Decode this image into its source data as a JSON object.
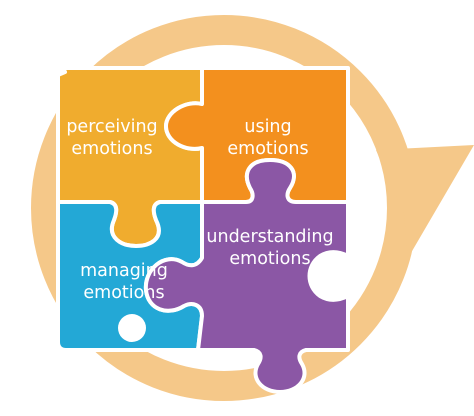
{
  "colors": {
    "ring": "#F5C889",
    "perceiving": "#F0AC2E",
    "using": "#F3901E",
    "managing": "#23A8D6",
    "understanding": "#8B57A5",
    "text": "#FFFFFF"
  },
  "pieces": {
    "perceiving": {
      "line1": "perceiving",
      "line2": "emotions"
    },
    "using": {
      "line1": "using",
      "line2": "emotions"
    },
    "managing": {
      "line1": "managing",
      "line2": "emotions"
    },
    "understanding": {
      "line1": "understanding",
      "line2": "emotions"
    }
  }
}
